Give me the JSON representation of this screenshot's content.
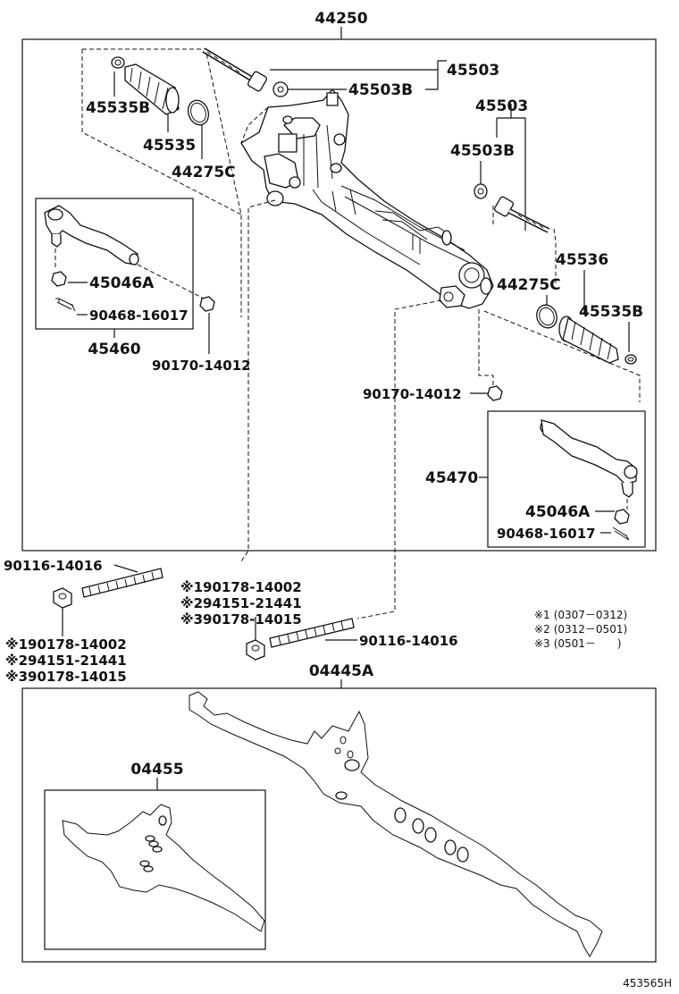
{
  "labels": {
    "assembly": "44250",
    "rod_l": "45503",
    "washer_l": "45503B",
    "rod_r": "45503",
    "washer_r": "45503B",
    "clip_l": "45535B",
    "boot_l": "45535",
    "band_l": "44275C",
    "tie_end_l": "45460",
    "nut_l": "45046A",
    "pin_l": "90468-16017",
    "locknut_l": "90170-14012",
    "band_r": "44275C",
    "boot_r": "45536",
    "clip_r": "45535B",
    "locknut_r": "90170-14012",
    "tie_end_r": "45470",
    "nut_r": "45046A",
    "pin_r": "90468-16017",
    "bolt_l": "90116-14016",
    "bolt_r": "90116-14016",
    "kit": "04445A",
    "subkit": "04455",
    "footer": "453565H"
  },
  "variants_mid": [
    {
      "mark": "※1",
      "part": "90178-14002"
    },
    {
      "mark": "※2",
      "part": "94151-21441"
    },
    {
      "mark": "※3",
      "part": "90178-14015"
    }
  ],
  "variants_left": [
    {
      "mark": "※1",
      "part": "90178-14002"
    },
    {
      "mark": "※2",
      "part": "94151-21441"
    },
    {
      "mark": "※3",
      "part": "90178-14015"
    }
  ],
  "legend": [
    {
      "mark": "※1",
      "range": "(0307－0312)"
    },
    {
      "mark": "※2",
      "range": "(0312－0501)"
    },
    {
      "mark": "※3",
      "range": "(0501－　　)"
    }
  ]
}
